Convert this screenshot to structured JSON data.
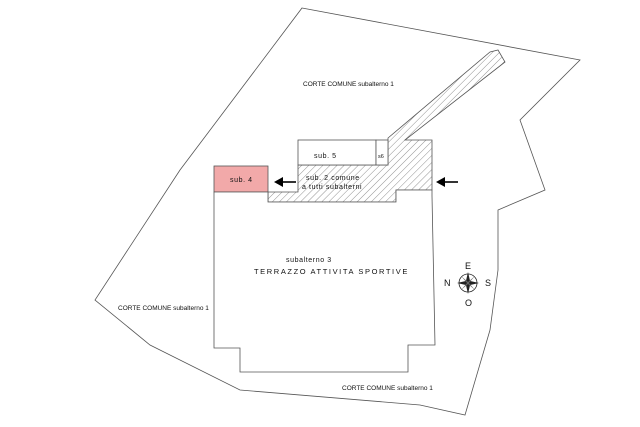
{
  "labels": {
    "corte_top": "CORTE COMUNE subalterno 1",
    "corte_left": "CORTE COMUNE subalterno 1",
    "corte_bottom": "CORTE COMUNE subalterno 1",
    "sub5": "sub. 5",
    "sub6": "s6",
    "sub4": "sub. 4",
    "sub2_line1": "sub. 2 comune",
    "sub2_line2": "a tutti subalterni",
    "sub3": "subalterno 3",
    "terrazzo": "TERRAZZO ATTIVITA SPORTIVE"
  },
  "compass": {
    "north": "E",
    "south": "O",
    "west": "N",
    "east": "S"
  },
  "colors": {
    "sub4_fill": "#f2a9a9",
    "line": "#555555",
    "hatch": "#777777",
    "arrow": "#000000"
  }
}
